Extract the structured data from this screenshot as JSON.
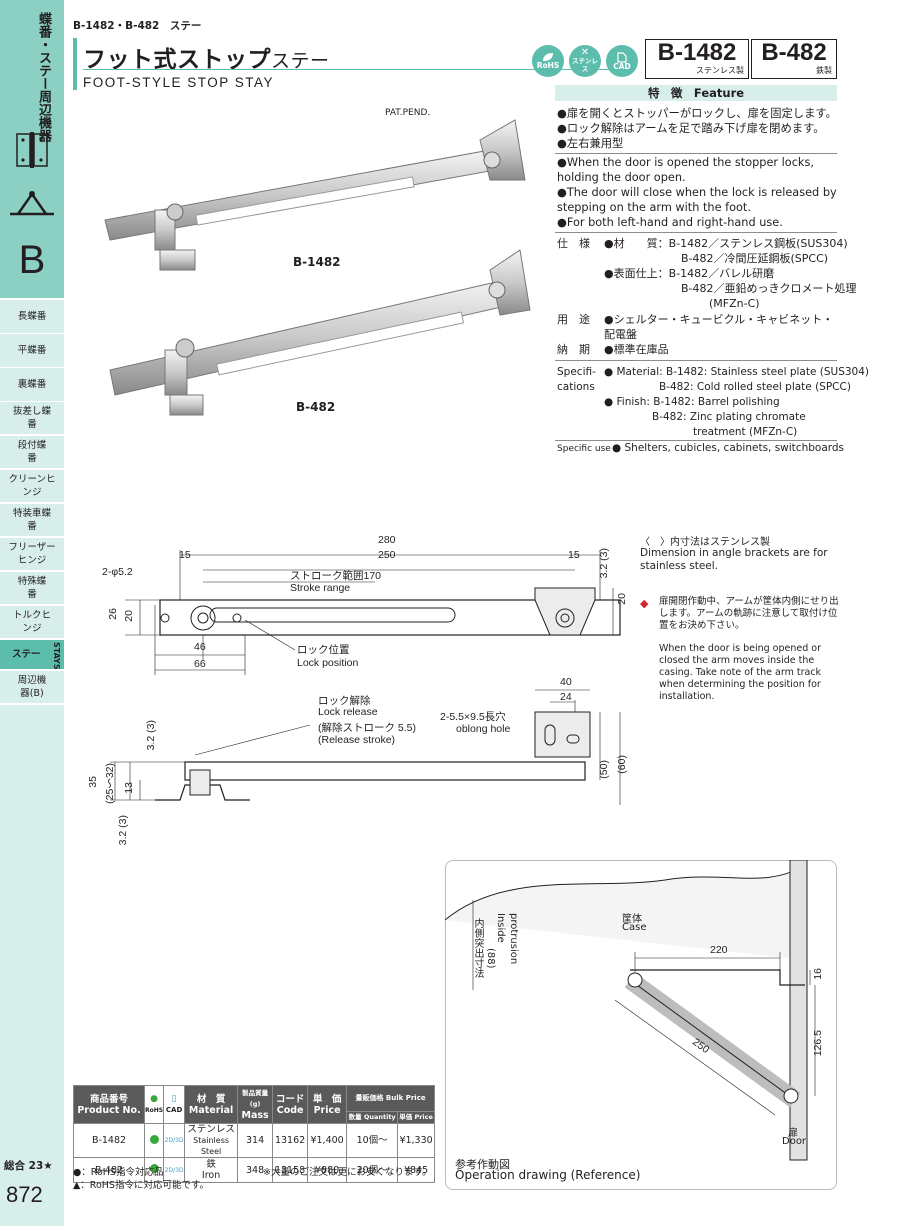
{
  "sidebar": {
    "section_title": "蝶番・ステー周辺機器",
    "letter": "B",
    "items": [
      "長蝶番",
      "平蝶番",
      "裏蝶番",
      "抜差し蝶番",
      "段付蝶番",
      "クリーンヒンジ",
      "特装車蝶番",
      "フリーザーヒンジ",
      "特殊蝶番",
      "トルクヒンジ",
      "ステー",
      "周辺機器(B)"
    ],
    "active_en": "STAYS",
    "page_ref": "総合 23★",
    "page_number": "872"
  },
  "header": {
    "breadcrumb": "B-1482・B-482　ステー",
    "title_jp_main": "フット式ストップ",
    "title_jp_sub": "ステー",
    "title_en": "FOOT-STYLE  STOP  STAY",
    "badges": [
      {
        "icon": "rohs-icon",
        "label": "RoHS"
      },
      {
        "icon": "stainless-icon",
        "label": "ステンレス"
      },
      {
        "icon": "cad-icon",
        "label": "CAD"
      }
    ],
    "models": [
      {
        "code": "B-1482",
        "material": "ステンレス製"
      },
      {
        "code": "B-482",
        "material": "鉄製"
      }
    ]
  },
  "photos": {
    "pat": "PAT.PEND.",
    "label_1482": "B-1482",
    "label_482": "B-482"
  },
  "feature": {
    "heading": "特　徴　Feature",
    "jp": [
      "●扉を開くとストッパーがロックし、扉を固定します。",
      "●ロック解除はアームを足で踏み下げ扉を閉めます。",
      "●左右兼用型"
    ],
    "en": [
      "●When the door is opened the stopper locks, holding the door open.",
      "●The door will close when the lock is released by stepping on the arm with the foot.",
      "●For both left-hand and right-hand use."
    ]
  },
  "specs": {
    "spec_label": "仕　様",
    "material_lines": [
      "●材　　質：B-1482／ステンレス鋼板(SUS304)",
      "B-482／冷間圧延鋼板(SPCC)"
    ],
    "finish_lines": [
      "●表面仕上：B-1482／バレル研磨",
      "B-482／亜鉛めっきクロメート処理",
      "(MFZn-C)"
    ],
    "use_label": "用　途",
    "use_text": "●シェルター・キュービクル・キャビネット・配電盤",
    "delivery_label": "納　期",
    "delivery_text": "●標準在庫品",
    "spec_en_label_1": "Specifi-",
    "spec_en_label_2": "cations",
    "en_lines": [
      "● Material: B-1482: Stainless steel plate (SUS304)",
      "B-482: Cold rolled steel plate (SPCC)",
      "● Finish: B-1482: Barrel polishing",
      "B-482: Zinc plating chromate",
      "treatment (MFZn-C)"
    ],
    "use_en_label": "Specific use",
    "use_en": "● Shelters, cubicles, cabinets, switchboards"
  },
  "notes": {
    "bracket_jp": "〈　〉内寸法はステンレス製",
    "bracket_en": "Dimension in angle brackets are for stainless steel.",
    "warn_jp": "扉開閉作動中、アームが筐体内側にせり出します。アームの軌跡に注意して取付け位置をお決め下さい。",
    "warn_en": "When the door is being opened or closed the arm moves inside the casing. Take note of the arm track when determining the position for installation."
  },
  "drawing": {
    "d280": "280",
    "d250": "250",
    "d15a": "15",
    "d15b": "15",
    "d32a": "3.2 (3)",
    "hole": "2-φ5.2",
    "stroke_jp": "ストローク範囲170",
    "stroke_en": "Stroke range",
    "d26": "26",
    "d20a": "20",
    "d20b": "20",
    "d46": "46",
    "d66": "66",
    "lock_jp": "ロック位置",
    "lock_en": "Lock position",
    "release_jp": "ロック解除",
    "release_en": "Lock release",
    "release_stroke_jp": "(解除ストローク 5.5)",
    "release_stroke_en": "(Release stroke)",
    "slot_jp": "2-5.5×9.5長穴",
    "slot_en": "oblong hole",
    "d40": "40",
    "d24": "24",
    "d50": "(50)",
    "d60": "(60)",
    "d32b": "3.2 (3)",
    "d35": "35",
    "d2532": "(25〜32)",
    "d13": "13",
    "d32c": "3.2 (3)"
  },
  "operation": {
    "case_jp": "筐体",
    "case_en": "Case",
    "inside_jp": "内側突出寸法",
    "inside_88": "(88)",
    "inside_en_1": "Inside",
    "inside_en_2": "protrusion",
    "d220": "220",
    "d16": "16",
    "d250": "250",
    "d1265": "126.5",
    "door_jp": "扉",
    "door_en": "Door",
    "caption_jp": "参考作動図",
    "caption_en": "Operation drawing (Reference)"
  },
  "table": {
    "head": {
      "product_jp": "商品番号",
      "product_en": "Product No.",
      "rohs": "RoHS",
      "cad": "CAD",
      "material_jp": "材　質",
      "material_en": "Material",
      "mass_jp": "製品質量(g)",
      "mass_en": "Mass",
      "code_jp": "コード",
      "code_en": "Code",
      "price_jp": "単　価",
      "price_en": "Price",
      "bulk_jp": "量販価格 Bulk Price",
      "qty": "数量 Quantity",
      "unit": "単価 Price"
    },
    "rows": [
      {
        "product": "B-1482",
        "cad": "2D/3D",
        "material_jp": "ステンレス",
        "material_en": "Stainless Steel",
        "mass": "314",
        "code": "13162",
        "price": "¥1,400",
        "qty": "10個〜",
        "bulk": "¥1,330"
      },
      {
        "product": "B-482",
        "cad": "2D/3D",
        "material_jp": "鉄",
        "material_en": "Iron",
        "mass": "348",
        "code": "13158",
        "price": "¥880",
        "qty": "20個〜",
        "bulk": "¥845"
      }
    ],
    "note_rohs": "●：RoHS指令対応品",
    "note_rohs2": "▲：RoHS指令に対応可能です。",
    "note_bulk": "※大量のご注文は更にお安くなります。"
  }
}
